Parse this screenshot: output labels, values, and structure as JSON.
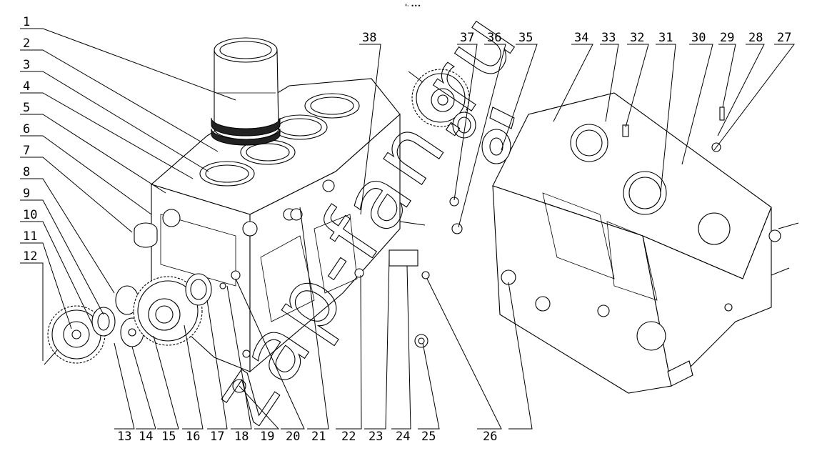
{
  "figure": {
    "corner_mark": "⁰˓ •••",
    "watermark": "zap-fan.ru",
    "callouts": [
      "1",
      "2",
      "3",
      "4",
      "5",
      "6",
      "7",
      "8",
      "9",
      "10",
      "11",
      "12",
      "13",
      "14",
      "15",
      "16",
      "17",
      "18",
      "19",
      "20",
      "21",
      "22",
      "23",
      "24",
      "25",
      "26",
      "27",
      "28",
      "29",
      "30",
      "31",
      "32",
      "33",
      "34",
      "35",
      "36",
      "37",
      "38"
    ]
  }
}
